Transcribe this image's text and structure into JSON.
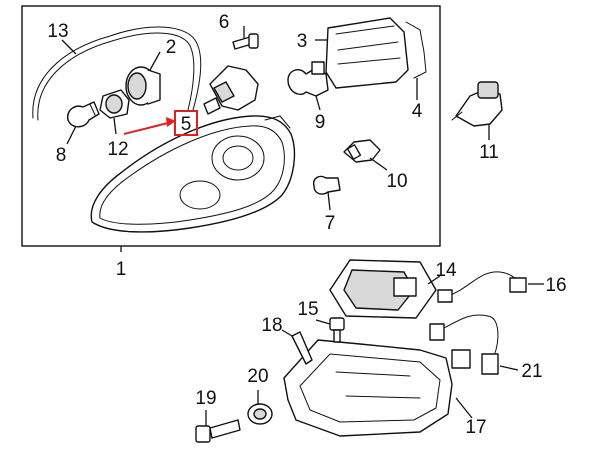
{
  "callouts": [
    {
      "id": "1",
      "label": "1"
    },
    {
      "id": "2",
      "label": "2"
    },
    {
      "id": "3",
      "label": "3"
    },
    {
      "id": "4",
      "label": "4"
    },
    {
      "id": "5",
      "label": "5"
    },
    {
      "id": "6",
      "label": "6"
    },
    {
      "id": "7",
      "label": "7"
    },
    {
      "id": "8",
      "label": "8"
    },
    {
      "id": "9",
      "label": "9"
    },
    {
      "id": "10",
      "label": "10"
    },
    {
      "id": "11",
      "label": "11"
    },
    {
      "id": "12",
      "label": "12"
    },
    {
      "id": "13",
      "label": "13"
    },
    {
      "id": "14",
      "label": "14"
    },
    {
      "id": "15",
      "label": "15"
    },
    {
      "id": "16",
      "label": "16"
    },
    {
      "id": "17",
      "label": "17"
    },
    {
      "id": "18",
      "label": "18"
    },
    {
      "id": "19",
      "label": "19"
    },
    {
      "id": "20",
      "label": "20"
    },
    {
      "id": "21",
      "label": "21"
    }
  ],
  "colors": {
    "highlight": "#e02020",
    "line": "#111111",
    "shade": "#d9d9d9"
  }
}
